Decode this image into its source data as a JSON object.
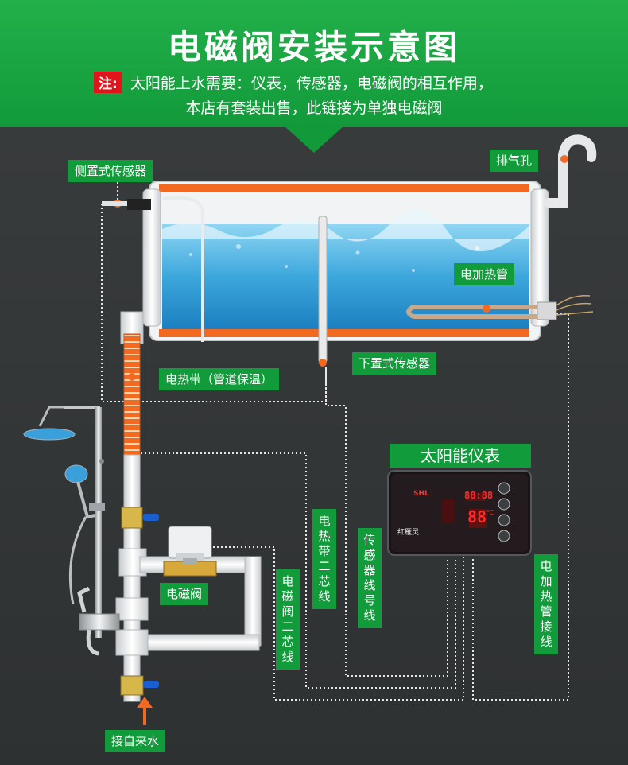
{
  "header": {
    "title": "电磁阀安装示意图",
    "note_tag": "注:",
    "note_line1": "太阳能上水需要：仪表，传感器，电磁阀的相互作用，",
    "note_line2": "本店有套装出售，此链接为单独电磁阀"
  },
  "labels": {
    "side_sensor": "侧置式传感器",
    "vent": "排气孔",
    "heater_tube": "电加热管",
    "bottom_sensor": "下置式传感器",
    "heat_belt": "电热带（管道保温）",
    "meter": "太阳能仪表",
    "valve": "电磁阀",
    "water_in": "接自来水",
    "belt_wire": "电热带二芯线",
    "valve_wire": "电磁阀二芯线",
    "sensor_wire": "传感器线号线",
    "heater_wire": "电加热管接线"
  },
  "meter_panel": {
    "brand": "红雁灵",
    "code": "SHL",
    "display_top": "88:88",
    "display_mid": "88",
    "unit": "℃"
  },
  "colors": {
    "banner": "#129a3a",
    "label_bg": "#119b3a",
    "accent_orange": "#f26a21",
    "note_red": "#e1131b",
    "water": "#3aa5d8",
    "valve_handle": "#1a5fd1"
  }
}
